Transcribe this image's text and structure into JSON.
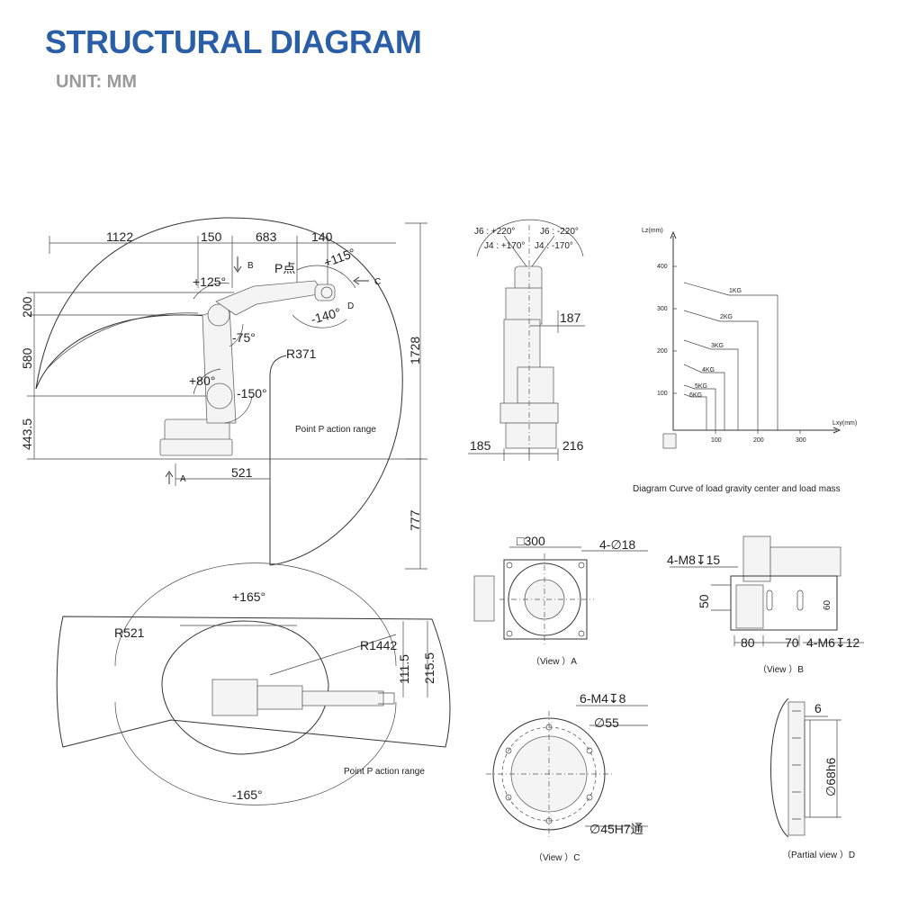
{
  "header": {
    "title": "STRUCTURAL DIAGRAM",
    "unit": "UNIT: MM"
  },
  "side_view": {
    "dims": {
      "d1122": "1122",
      "d150": "150",
      "d683": "683",
      "d140": "140",
      "d200": "200",
      "d580": "580",
      "d4435": "443.5",
      "d1728": "1728",
      "d777": "777",
      "d521": "521",
      "r371": "R371"
    },
    "angles": {
      "p115": "+115°",
      "p125": "+125°",
      "m75": "-75°",
      "p80": "+80°",
      "m150": "-150°",
      "m140": "-140°"
    },
    "labels": {
      "b": "B",
      "c": "C",
      "d": "D",
      "a": "A",
      "ppoint": "P点",
      "range": "Point P action range"
    }
  },
  "front_view": {
    "j6l": "J6 : +220°",
    "j6r": "J6 : -220°",
    "j4l": "J4 : +170°",
    "j4r": "J4 : -170°",
    "d187": "187",
    "d185": "185",
    "d216": "216"
  },
  "load_chart": {
    "ylabel": "Lz(mm)",
    "xlabel": "Lxy(mm)",
    "yticks": [
      "400",
      "300",
      "200",
      "100"
    ],
    "xticks": [
      "100",
      "200",
      "300"
    ],
    "curves": [
      "1KG",
      "2KG",
      "3KG",
      "4KG",
      "5KG",
      "6KG"
    ],
    "caption": "Diagram Curve of load gravity center and load mass"
  },
  "view_a": {
    "sq300": "□300",
    "holes": "4-∅18",
    "caption": "（View ）A"
  },
  "view_b": {
    "m8": "4-M8↧15",
    "d50": "50",
    "d60": "60",
    "d80": "80",
    "d70": "70",
    "m6": "4-M6↧12",
    "caption": "（View ）B"
  },
  "top_view": {
    "p165": "+165°",
    "m165": "-165°",
    "r521": "R521",
    "r1442": "R1442",
    "d1115": "111.5",
    "d2155": "215.5",
    "range": "Point P action range"
  },
  "view_c": {
    "m4": "6-M4↧8",
    "d55": "∅55",
    "d45": "∅45H7通",
    "caption": "（View ）C"
  },
  "view_d": {
    "d6": "6",
    "d68": "∅68h6",
    "caption": "（Partial view ）D"
  }
}
